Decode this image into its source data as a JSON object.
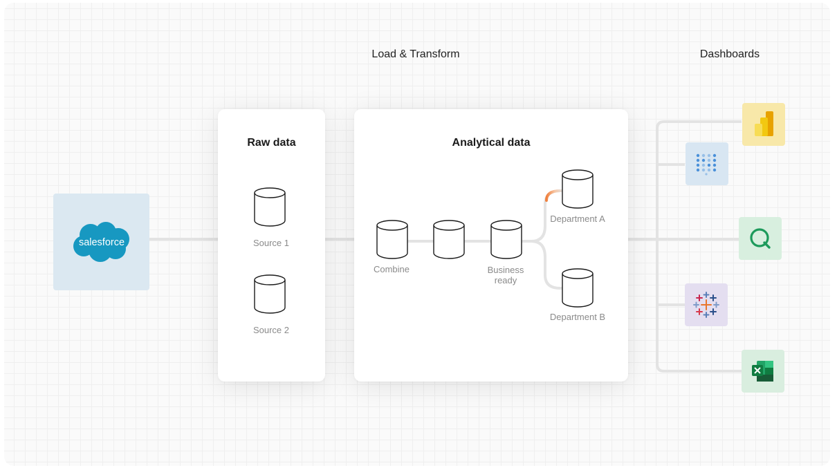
{
  "headings": {
    "load_transform": "Load & Transform",
    "dashboards": "Dashboards"
  },
  "source_app": {
    "logo_text": "salesforce",
    "icon": "salesforce-cloud-logo"
  },
  "raw_data": {
    "title": "Raw data",
    "nodes": [
      {
        "label": "Source 1"
      },
      {
        "label": "Source 2"
      }
    ]
  },
  "analytical_data": {
    "title": "Analytical data",
    "nodes": {
      "combine": "Combine",
      "intermediate": "",
      "business_ready": "Business ready",
      "department_a": "Department A",
      "department_b": "Department B"
    }
  },
  "dashboards": [
    {
      "icon": "power-bi-logo"
    },
    {
      "icon": "metabase-logo"
    },
    {
      "icon": "qlik-logo"
    },
    {
      "icon": "tableau-logo"
    },
    {
      "icon": "excel-logo"
    }
  ],
  "colors": {
    "flow_accent": "#f07f3c",
    "connector": "#e3e3e3",
    "salesforce_blue": "#1798c1",
    "salesforce_tile": "#dbe8f1",
    "powerbi_tile": "#f8e8a9",
    "metabase_tile": "#d8e6f2",
    "qlik_tile": "#d8efdf",
    "tableau_tile": "#e4def0",
    "excel_tile": "#d9eedf"
  }
}
